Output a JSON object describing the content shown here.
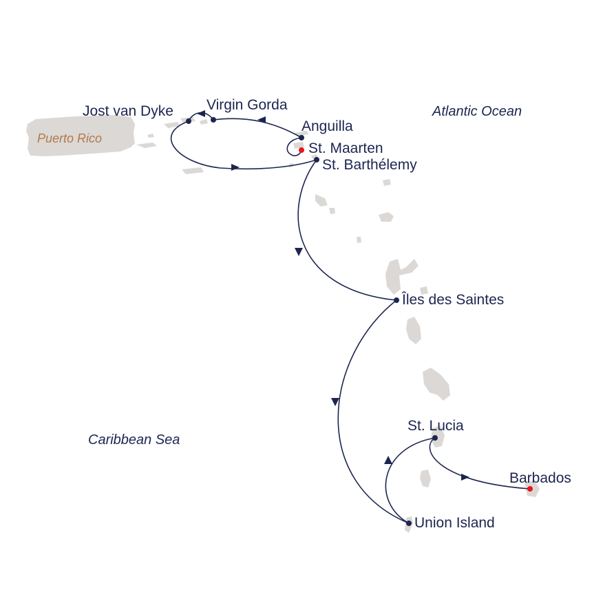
{
  "map": {
    "colors": {
      "land": "#dcd8d5",
      "route": "#1c2550",
      "port_dot": "#1c2550",
      "terminal_dot": "#e8141e",
      "land_label": "#b07a4a",
      "label": "#1c2550"
    },
    "regions": {
      "puerto_rico": "Puerto Rico",
      "atlantic": "Atlantic Ocean",
      "caribbean": "Caribbean Sea"
    },
    "ports": {
      "jost_van_dyke": "Jost van Dyke",
      "virgin_gorda": "Virgin Gorda",
      "anguilla": "Anguilla",
      "st_maarten": "St. Maarten",
      "st_barthelemy": "St. Barthélemy",
      "iles_des_saintes": "Îles des Saintes",
      "st_lucia": "St. Lucia",
      "barbados": "Barbados",
      "union_island": "Union Island"
    }
  }
}
